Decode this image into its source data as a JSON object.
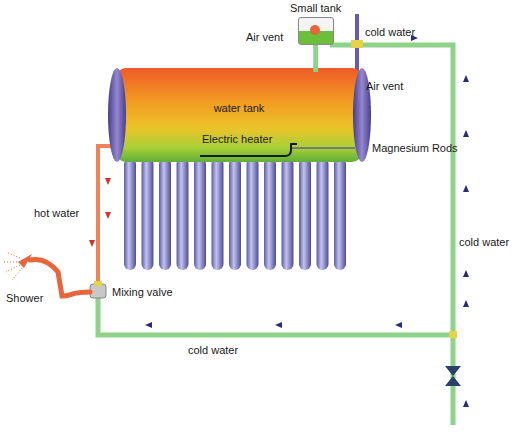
{
  "diagram": {
    "nodes": [
      {
        "text": [
          "Small tank"
        ]
      },
      {
        "text": [
          "water tank"
        ]
      }
    ],
    "edges": [
      {
        "from": 0,
        "to": 1,
        "arrow": "none"
      }
    ],
    "labels": [
      "Air vent",
      "cold water",
      "Air vent",
      "Electric heater",
      "Magnesium Rods",
      "hot water",
      "Shower",
      "Mixing valve",
      "cold water",
      "cold water"
    ]
  }
}
